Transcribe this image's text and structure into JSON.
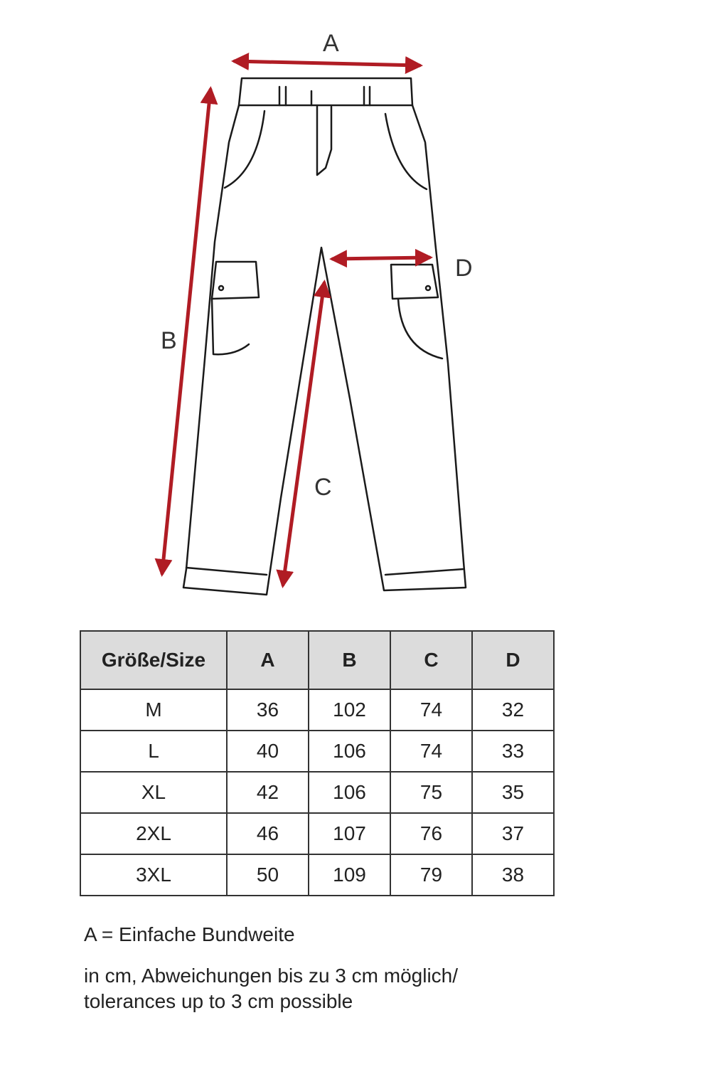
{
  "diagram": {
    "labels": {
      "a": "A",
      "b": "B",
      "c": "C",
      "d": "D"
    },
    "arrow_color": "#b01c24",
    "line_color": "#1a1a1a"
  },
  "table": {
    "headers": [
      "Größe/Size",
      "A",
      "B",
      "C",
      "D"
    ],
    "rows": [
      [
        "M",
        "36",
        "102",
        "74",
        "32"
      ],
      [
        "L",
        "40",
        "106",
        "74",
        "33"
      ],
      [
        "XL",
        "42",
        "106",
        "75",
        "35"
      ],
      [
        "2XL",
        "46",
        "107",
        "76",
        "37"
      ],
      [
        "3XL",
        "50",
        "109",
        "79",
        "38"
      ]
    ]
  },
  "notes": {
    "line1": "A = Einfache Bundweite",
    "line2": "in cm, Abweichungen bis zu 3 cm möglich/",
    "line3": "tolerances up to 3 cm possible"
  }
}
